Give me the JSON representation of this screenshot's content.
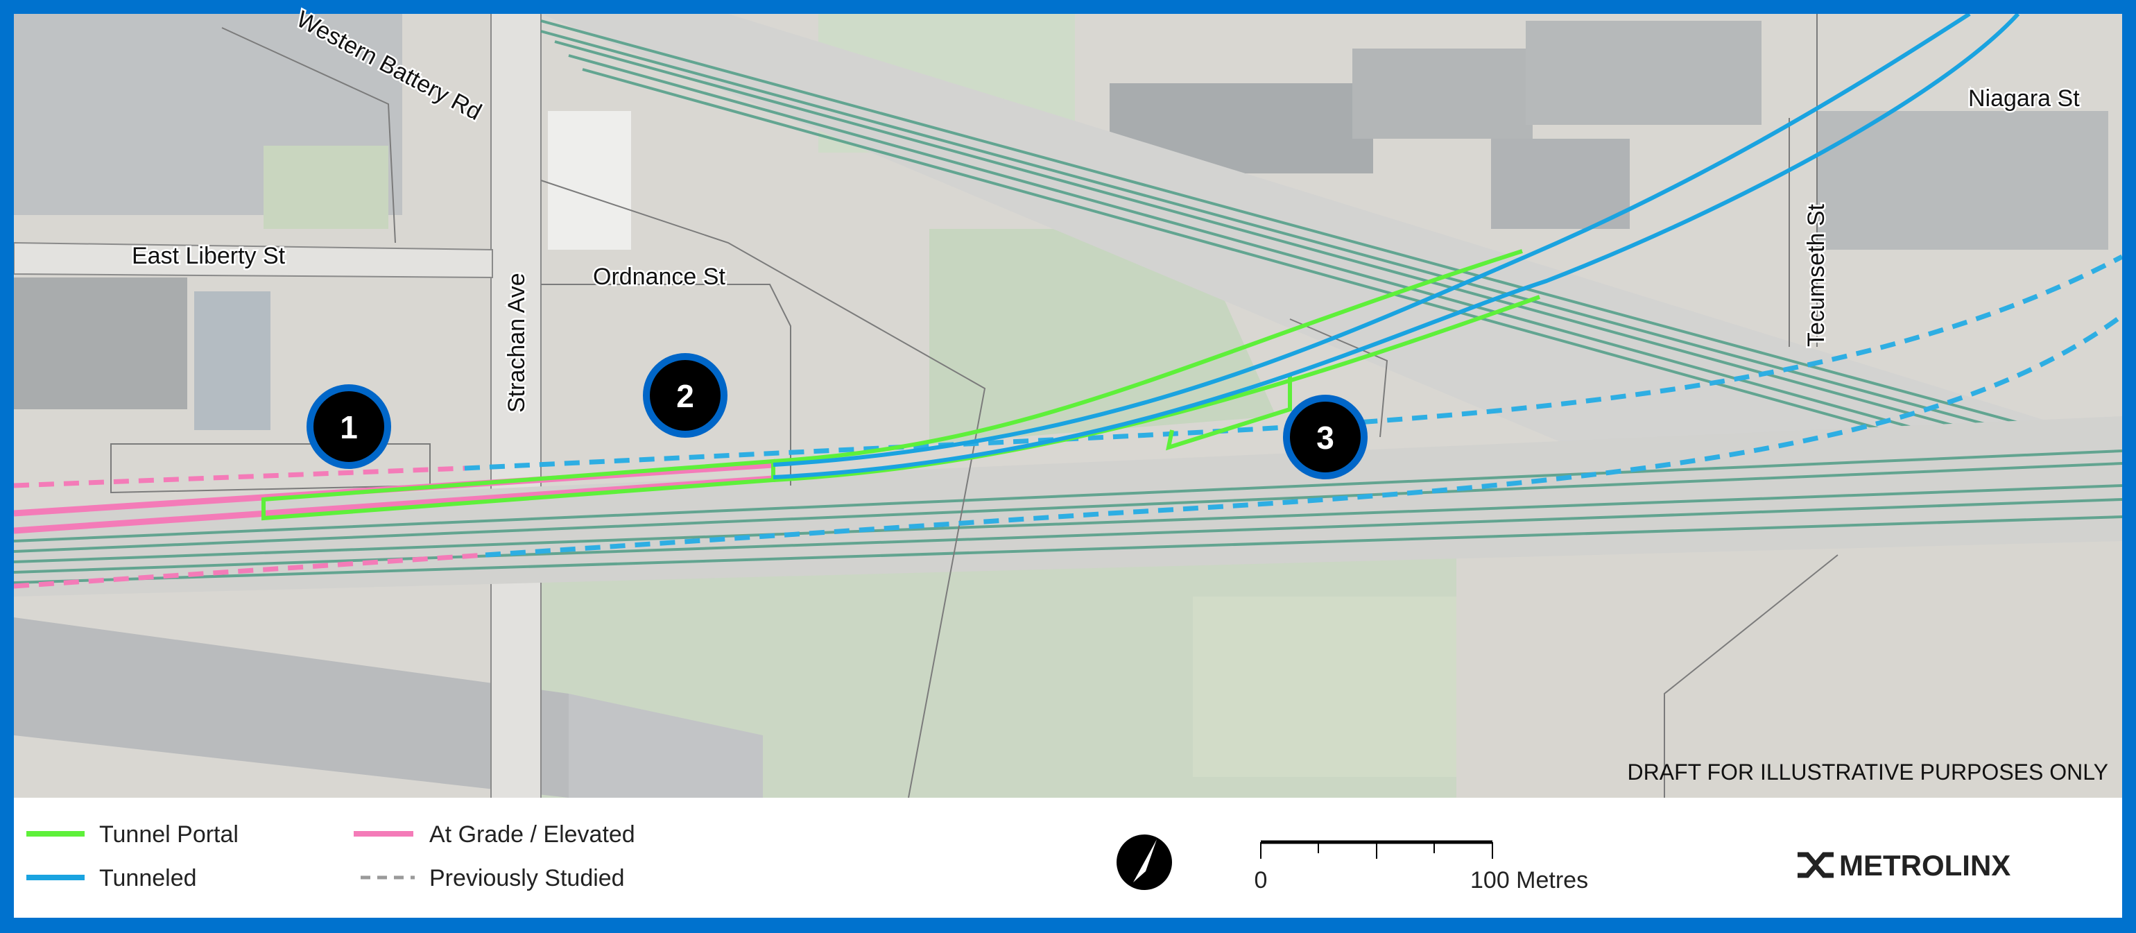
{
  "map": {
    "streets": {
      "western_battery": "Western Battery Rd",
      "east_liberty": "East Liberty St",
      "strachan": "Strachan Ave",
      "ordnance": "Ordnance St",
      "niagara": "Niagara St",
      "tecumseth": "Tecumseth St"
    },
    "markers": [
      "1",
      "2",
      "3"
    ],
    "disclaimer": "DRAFT FOR ILLUSTRATIVE PURPOSES ONLY"
  },
  "legend": {
    "tunnel_portal": "Tunnel Portal",
    "tunneled": "Tunneled",
    "at_grade": "At Grade / Elevated",
    "previously_studied": "Previously Studied"
  },
  "scale": {
    "zero": "0",
    "max": "100 Metres"
  },
  "logo": "METROLINX",
  "colors": {
    "border": "#0072ce",
    "tunnel_portal": "#5ef03a",
    "tunneled": "#1aa3e0",
    "at_grade": "#f47bb8",
    "previously_studied": "#9a9a9a",
    "marker_ring": "#0066c8"
  }
}
